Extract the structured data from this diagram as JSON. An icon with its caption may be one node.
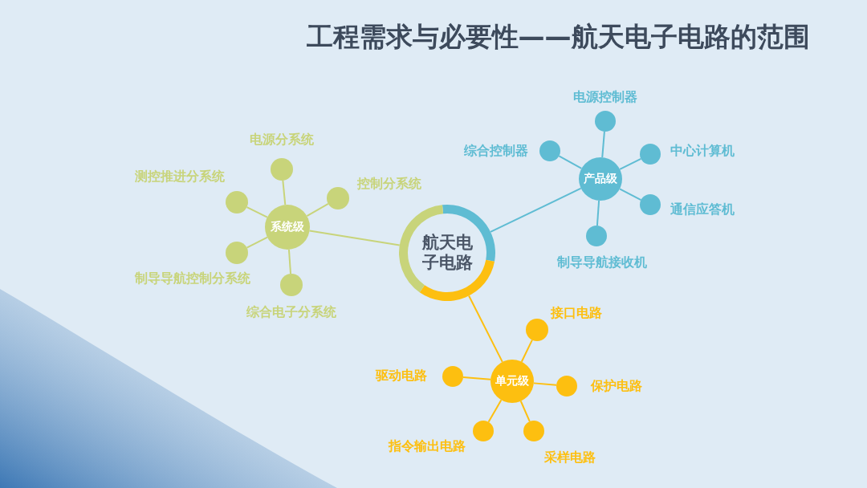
{
  "diagram": {
    "title": "工程需求与必要性——航天电子电路的范围",
    "nodes": [
      {
        "text": [
          "航天电子电路"
        ]
      },
      {
        "text": [
          "系统级"
        ]
      },
      {
        "text": [],
        "shape": "circle",
        "beside": [
          "电源分系统"
        ]
      },
      {
        "text": [],
        "shape": "circle",
        "beside": [
          "测控推进分系统"
        ]
      },
      {
        "text": [],
        "shape": "circle",
        "beside": [
          "控制分系统"
        ]
      },
      {
        "text": [],
        "shape": "circle",
        "beside": [
          "制导导航控制分系统"
        ]
      },
      {
        "text": [],
        "shape": "circle",
        "beside": [
          "综合电子分系统"
        ]
      },
      {
        "text": [
          "产品级"
        ]
      },
      {
        "text": [],
        "shape": "circle",
        "beside": [
          "电源控制器"
        ]
      },
      {
        "text": [],
        "shape": "circle",
        "beside": [
          "综合控制器"
        ]
      },
      {
        "text": [],
        "shape": "circle",
        "beside": [
          "中心计算机"
        ]
      },
      {
        "text": [],
        "shape": "circle",
        "beside": [
          "通信应答机"
        ]
      },
      {
        "text": [],
        "shape": "circle",
        "beside": [
          "制导导航接收机"
        ]
      },
      {
        "text": [
          "单元级"
        ]
      },
      {
        "text": [],
        "shape": "circle",
        "beside": [
          "接口电路"
        ]
      },
      {
        "text": [],
        "shape": "circle",
        "beside": [
          "驱动电路"
        ]
      },
      {
        "text": [],
        "shape": "circle",
        "beside": [
          "保护电路"
        ]
      },
      {
        "text": [],
        "shape": "circle",
        "beside": [
          "指令输出电路"
        ]
      },
      {
        "text": [],
        "shape": "circle",
        "beside": [
          "采样电路"
        ]
      }
    ],
    "edges": [
      {
        "from": 0,
        "to": 1,
        "arrow": "none",
        "color": "#c8d47a"
      },
      {
        "from": 1,
        "to": 2,
        "arrow": "none",
        "color": "#c8d47a"
      },
      {
        "from": 1,
        "to": 3,
        "arrow": "none",
        "color": "#c8d47a"
      },
      {
        "from": 1,
        "to": 4,
        "arrow": "none",
        "color": "#c8d47a"
      },
      {
        "from": 1,
        "to": 5,
        "arrow": "none",
        "color": "#c8d47a"
      },
      {
        "from": 1,
        "to": 6,
        "arrow": "none",
        "color": "#c8d47a"
      },
      {
        "from": 0,
        "to": 7,
        "arrow": "none",
        "color": "#5fbcd3"
      },
      {
        "from": 7,
        "to": 8,
        "arrow": "none",
        "color": "#5fbcd3"
      },
      {
        "from": 7,
        "to": 9,
        "arrow": "none",
        "color": "#5fbcd3"
      },
      {
        "from": 7,
        "to": 10,
        "arrow": "none",
        "color": "#5fbcd3"
      },
      {
        "from": 7,
        "to": 11,
        "arrow": "none",
        "color": "#5fbcd3"
      },
      {
        "from": 7,
        "to": 12,
        "arrow": "none",
        "color": "#5fbcd3"
      },
      {
        "from": 0,
        "to": 13,
        "arrow": "none",
        "color": "#fdbf10"
      },
      {
        "from": 13,
        "to": 14,
        "arrow": "none",
        "color": "#fdbf10"
      },
      {
        "from": 13,
        "to": 15,
        "arrow": "none",
        "color": "#fdbf10"
      },
      {
        "from": 13,
        "to": 16,
        "arrow": "none",
        "color": "#fdbf10"
      },
      {
        "from": 13,
        "to": 17,
        "arrow": "none",
        "color": "#fdbf10"
      },
      {
        "from": 13,
        "to": 18,
        "arrow": "none",
        "color": "#fdbf10"
      }
    ]
  }
}
